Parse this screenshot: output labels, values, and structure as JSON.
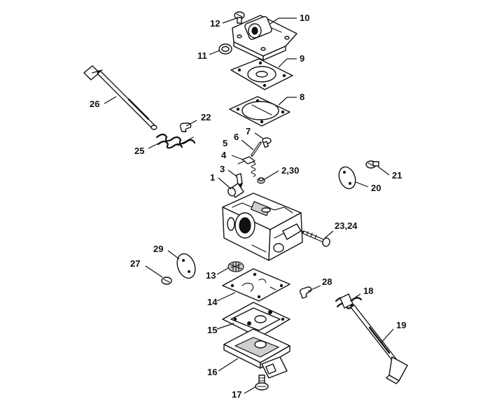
{
  "diagram": {
    "callouts": {
      "c1": "1",
      "c2_30": "2,30",
      "c3": "3",
      "c4": "4",
      "c5": "5",
      "c6": "6",
      "c7": "7",
      "c8": "8",
      "c9": "9",
      "c10": "10",
      "c11": "11",
      "c12": "12",
      "c13": "13",
      "c14": "14",
      "c15": "15",
      "c16": "16",
      "c17": "17",
      "c18": "18",
      "c19": "19",
      "c20": "20",
      "c21": "21",
      "c22": "22",
      "c23_24": "23,24",
      "c25": "25",
      "c26": "26",
      "c27": "27",
      "c28": "28",
      "c29": "29"
    }
  }
}
